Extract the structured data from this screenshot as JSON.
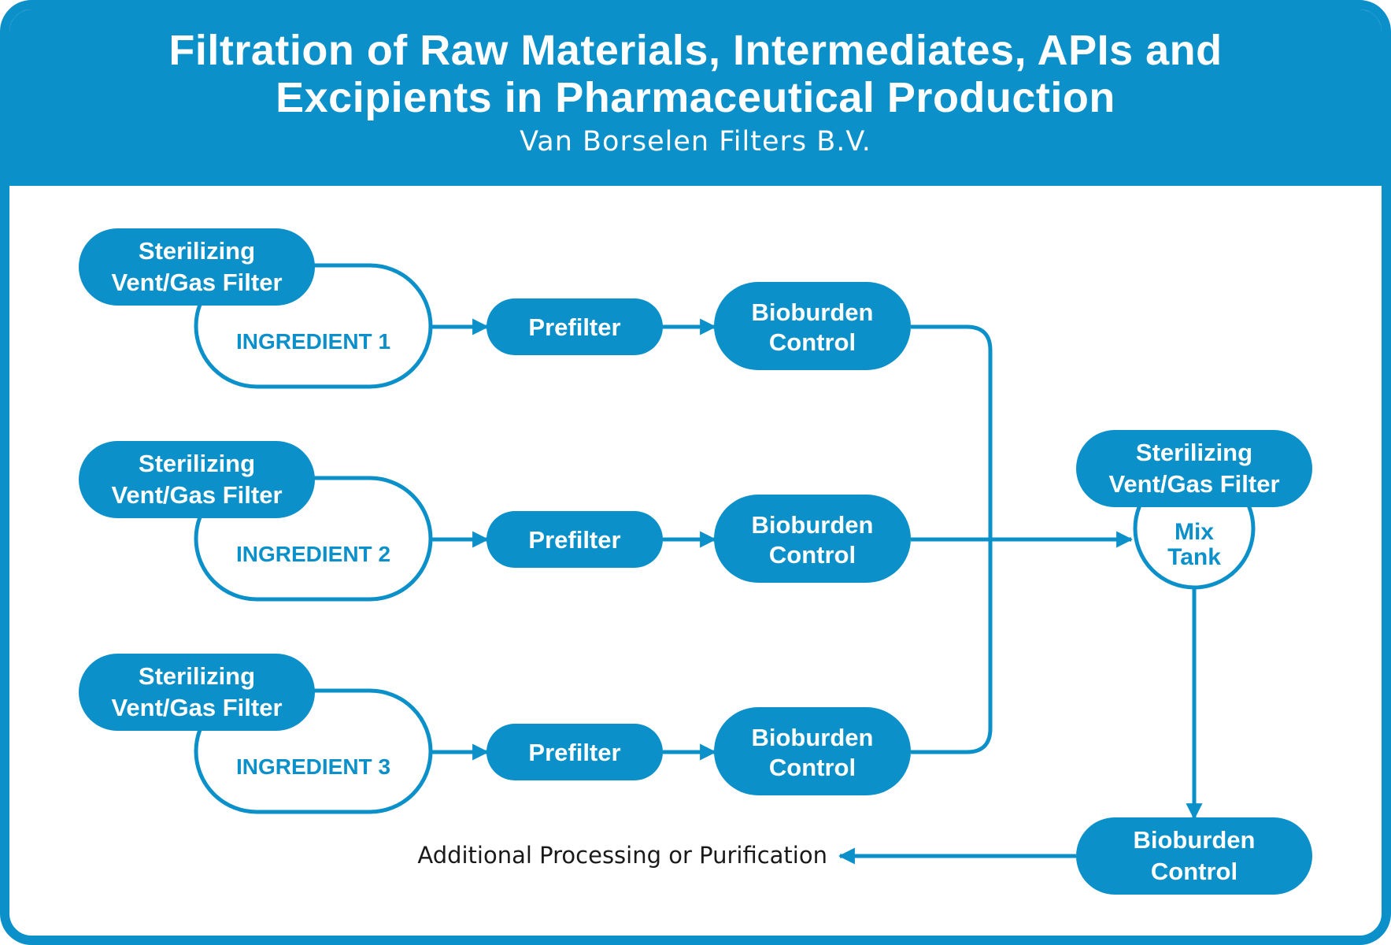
{
  "header": {
    "title_line1": "Filtration of Raw Materials, Intermediates, APIs and",
    "title_line2": "Excipients in Pharmaceutical Production",
    "subtitle": "Van Borselen Filters B.V."
  },
  "colors": {
    "accent": "#0b90c9",
    "text_dark": "#1a1a1a",
    "background": "#ffffff"
  },
  "rows": [
    {
      "vent_filter": [
        "Sterilizing",
        "Vent/Gas Filter"
      ],
      "ingredient": "INGREDIENT 1",
      "prefilter": "Prefilter",
      "bioburden": [
        "Bioburden",
        "Control"
      ]
    },
    {
      "vent_filter": [
        "Sterilizing",
        "Vent/Gas Filter"
      ],
      "ingredient": "INGREDIENT 2",
      "prefilter": "Prefilter",
      "bioburden": [
        "Bioburden",
        "Control"
      ]
    },
    {
      "vent_filter": [
        "Sterilizing",
        "Vent/Gas Filter"
      ],
      "ingredient": "INGREDIENT 3",
      "prefilter": "Prefilter",
      "bioburden": [
        "Bioburden",
        "Control"
      ]
    }
  ],
  "mix": {
    "vent_filter": [
      "Sterilizing",
      "Vent/Gas Filter"
    ],
    "tank": [
      "Mix",
      "Tank"
    ],
    "bioburden": [
      "Bioburden",
      "Control"
    ]
  },
  "output_label": "Additional Processing or Purification"
}
